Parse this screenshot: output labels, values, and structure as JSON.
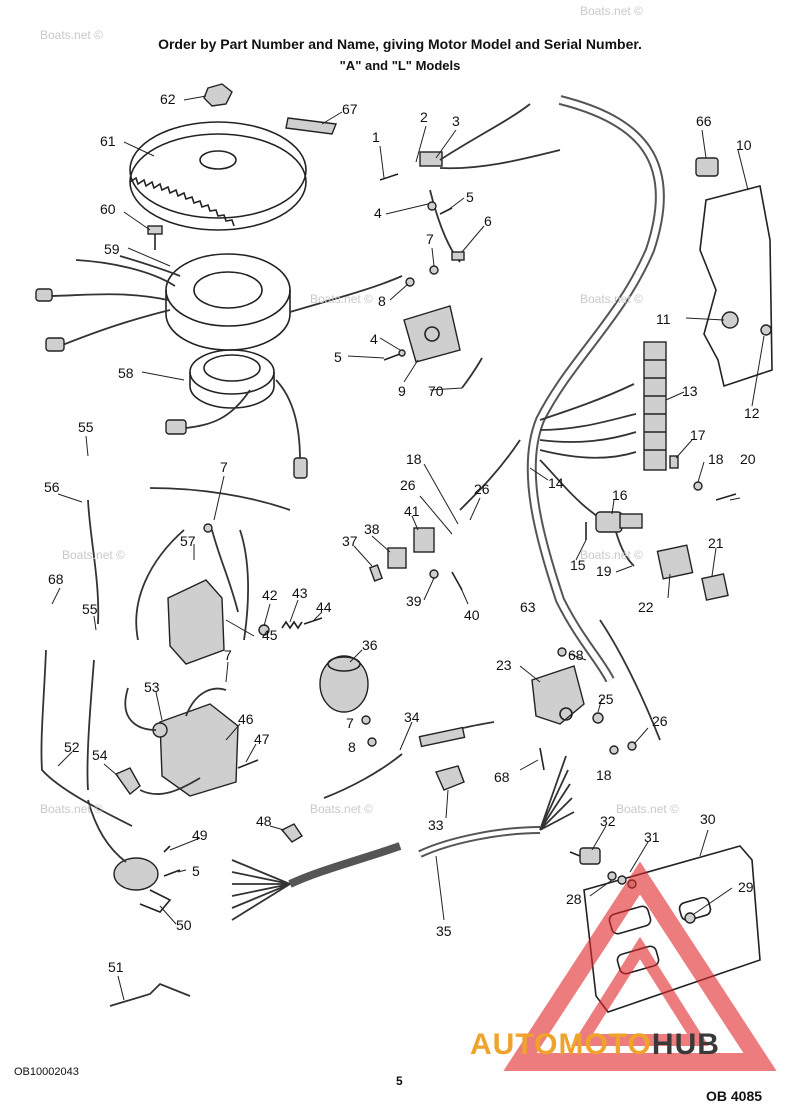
{
  "header": {
    "line1": "Order by Part Number and Name, giving Motor Model and Serial Number.",
    "line2": "\"A\" and \"L\" Models"
  },
  "footer": {
    "left_code": "OB10002043",
    "page_number": "5",
    "right_code": "OB 4085"
  },
  "watermark": "Boats.net ©",
  "logo": {
    "part1": "AUTOMOTO",
    "part2": "HUB",
    "color_accent": "#f0a32a",
    "color_dark": "#3a3a3a",
    "triangle_color": "#e0262a"
  },
  "callouts": [
    {
      "id": "c1",
      "text": "1"
    },
    {
      "id": "c2",
      "text": "2"
    },
    {
      "id": "c3",
      "text": "3"
    },
    {
      "id": "c4a",
      "text": "4"
    },
    {
      "id": "c5a",
      "text": "5"
    },
    {
      "id": "c6",
      "text": "6"
    },
    {
      "id": "c7a",
      "text": "7"
    },
    {
      "id": "c8a",
      "text": "8"
    },
    {
      "id": "c4b",
      "text": "4"
    },
    {
      "id": "c5b",
      "text": "5"
    },
    {
      "id": "c9",
      "text": "9"
    },
    {
      "id": "c70",
      "text": "70"
    },
    {
      "id": "c10",
      "text": "10"
    },
    {
      "id": "c11",
      "text": "11"
    },
    {
      "id": "c12",
      "text": "12"
    },
    {
      "id": "c13",
      "text": "13"
    },
    {
      "id": "c14",
      "text": "14"
    },
    {
      "id": "c15",
      "text": "15"
    },
    {
      "id": "c16",
      "text": "16"
    },
    {
      "id": "c17",
      "text": "17"
    },
    {
      "id": "c18a",
      "text": "18"
    },
    {
      "id": "c18b",
      "text": "18"
    },
    {
      "id": "c18c",
      "text": "18"
    },
    {
      "id": "c19",
      "text": "19"
    },
    {
      "id": "c20",
      "text": "20"
    },
    {
      "id": "c21",
      "text": "21"
    },
    {
      "id": "c22",
      "text": "22"
    },
    {
      "id": "c23",
      "text": "23"
    },
    {
      "id": "c25",
      "text": "25"
    },
    {
      "id": "c26a",
      "text": "26"
    },
    {
      "id": "c26b",
      "text": "26"
    },
    {
      "id": "c26c",
      "text": "26"
    },
    {
      "id": "c28",
      "text": "28"
    },
    {
      "id": "c29",
      "text": "29"
    },
    {
      "id": "c30",
      "text": "30"
    },
    {
      "id": "c31",
      "text": "31"
    },
    {
      "id": "c32",
      "text": "32"
    },
    {
      "id": "c33",
      "text": "33"
    },
    {
      "id": "c34",
      "text": "34"
    },
    {
      "id": "c35",
      "text": "35"
    },
    {
      "id": "c36",
      "text": "36"
    },
    {
      "id": "c37",
      "text": "37"
    },
    {
      "id": "c38",
      "text": "38"
    },
    {
      "id": "c39",
      "text": "39"
    },
    {
      "id": "c40",
      "text": "40"
    },
    {
      "id": "c41",
      "text": "41"
    },
    {
      "id": "c42",
      "text": "42"
    },
    {
      "id": "c43",
      "text": "43"
    },
    {
      "id": "c44",
      "text": "44"
    },
    {
      "id": "c45",
      "text": "45"
    },
    {
      "id": "c46",
      "text": "46"
    },
    {
      "id": "c47",
      "text": "47"
    },
    {
      "id": "c48",
      "text": "48"
    },
    {
      "id": "c49",
      "text": "49"
    },
    {
      "id": "c5c",
      "text": "5"
    },
    {
      "id": "c50",
      "text": "50"
    },
    {
      "id": "c51",
      "text": "51"
    },
    {
      "id": "c52",
      "text": "52"
    },
    {
      "id": "c53",
      "text": "53"
    },
    {
      "id": "c54",
      "text": "54"
    },
    {
      "id": "c55a",
      "text": "55"
    },
    {
      "id": "c55b",
      "text": "55"
    },
    {
      "id": "c56",
      "text": "56"
    },
    {
      "id": "c57",
      "text": "57"
    },
    {
      "id": "c7b",
      "text": "7"
    },
    {
      "id": "c7c",
      "text": "7"
    },
    {
      "id": "c7d",
      "text": "7"
    },
    {
      "id": "c8b",
      "text": "8"
    },
    {
      "id": "c58",
      "text": "58"
    },
    {
      "id": "c59",
      "text": "59"
    },
    {
      "id": "c60",
      "text": "60"
    },
    {
      "id": "c61",
      "text": "61"
    },
    {
      "id": "c62",
      "text": "62"
    },
    {
      "id": "c63",
      "text": "63"
    },
    {
      "id": "c66",
      "text": "66"
    },
    {
      "id": "c67",
      "text": "67"
    },
    {
      "id": "c68a",
      "text": "68"
    },
    {
      "id": "c68b",
      "text": "68"
    },
    {
      "id": "c68c",
      "text": "68"
    }
  ]
}
